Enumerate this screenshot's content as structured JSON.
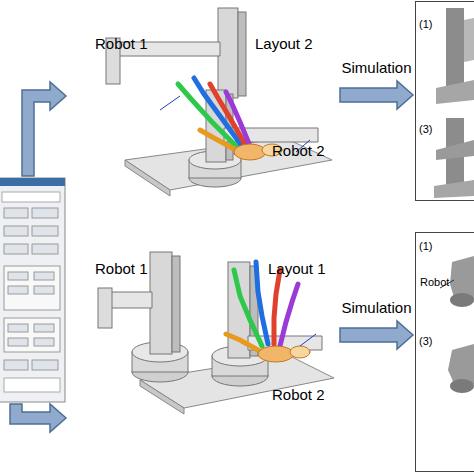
{
  "diagram": {
    "nodes": [
      {
        "text": [
          "Robot 1",
          "Layout 2",
          "Robot 2"
        ]
      },
      {
        "text": [
          "(1)",
          "(3)"
        ]
      },
      {
        "text": [
          "Robot 1",
          "Layout 1",
          "Robot 2"
        ]
      },
      {
        "text": [
          "(1)",
          "Robot",
          "(3)"
        ]
      }
    ],
    "edges": [
      {
        "from": 0,
        "to": 1,
        "label": "Simulation",
        "arrow": "to"
      },
      {
        "from": 2,
        "to": 3,
        "label": "Simulation",
        "arrow": "to"
      }
    ]
  }
}
